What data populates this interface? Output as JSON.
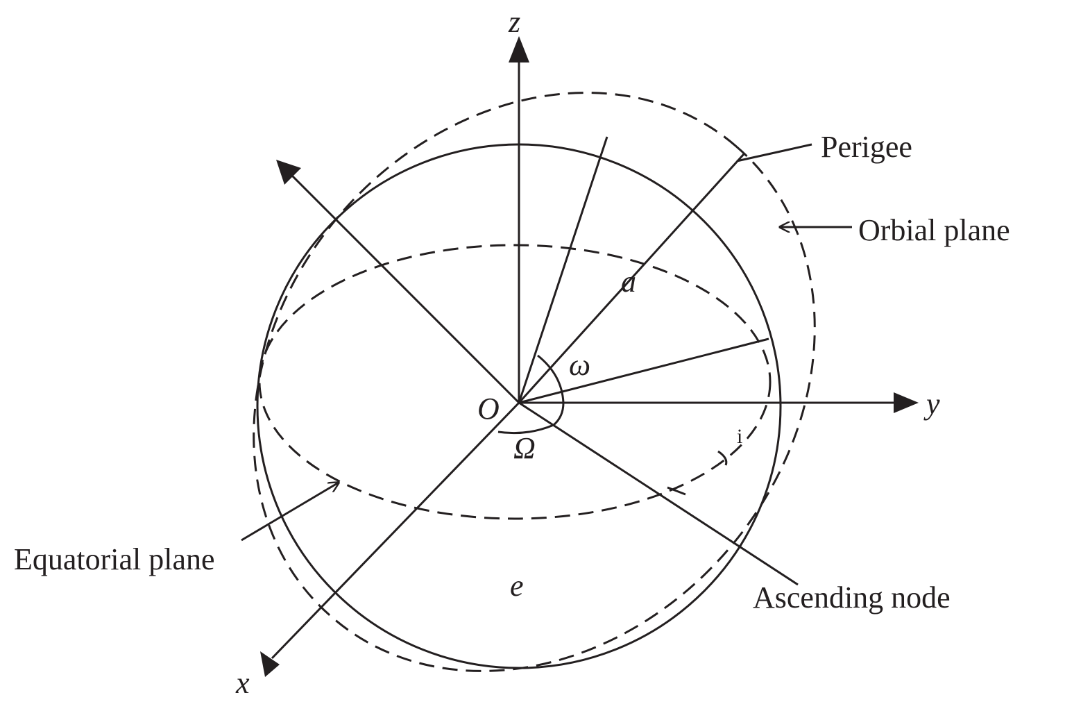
{
  "axes": {
    "z": "z",
    "y": "y",
    "x": "x",
    "origin": "O"
  },
  "symbols": {
    "semi_major_axis": "a",
    "arg_perigee": "ω",
    "raan": "Ω",
    "inclination": "i",
    "eccentricity": "e"
  },
  "labels": {
    "perigee": "Perigee",
    "orbital_plane": "Orbial plane",
    "equatorial_plane": "Equatorial plane",
    "ascending_node": "Ascending node"
  },
  "colors": {
    "ink": "#231f20",
    "background": "#ffffff"
  }
}
